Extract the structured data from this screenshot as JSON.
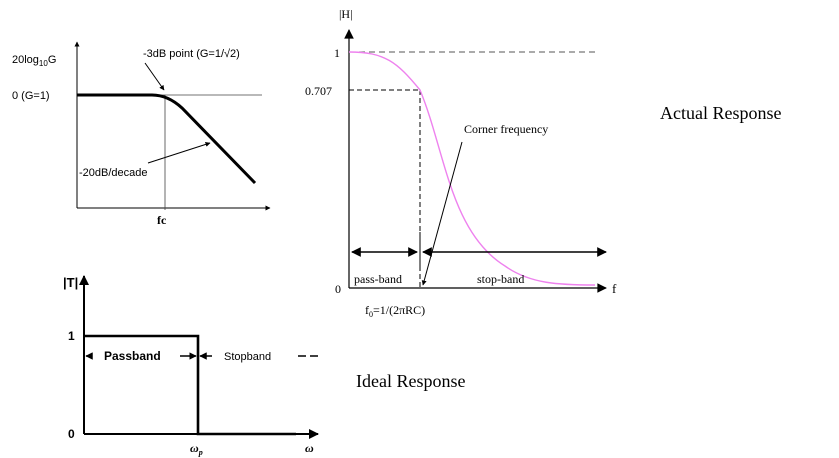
{
  "bode": {
    "y_label_main": "20log",
    "y_label_sub": "10",
    "y_label_tail": "G",
    "y_tick": "0 (G=1)",
    "point_label": "-3dB point (G=1/√2)",
    "slope_label": "-20dB/decade",
    "x_label": "fc"
  },
  "actual": {
    "y_axis_label": "|H|",
    "y_tick_1": "1",
    "y_tick_707": "0.707",
    "y_tick_0": "0",
    "x_axis_label": "f",
    "corner_label": "Corner frequency",
    "f0_main": "f",
    "f0_sub": "0",
    "f0_tail": "=1/(2πRC)",
    "passband_label": "pass-band",
    "stopband_label": "stop-band",
    "caption": "Actual Response",
    "curve_color": "#ee82ee"
  },
  "ideal": {
    "y_axis_label": "|T|",
    "y_tick_1": "1",
    "y_tick_0": "0",
    "passband_label": "Passband",
    "stopband_label": "Stopband",
    "x_tick_main": "ω",
    "x_tick_sub": "p",
    "x_axis_label": "ω",
    "caption": "Ideal Response"
  }
}
